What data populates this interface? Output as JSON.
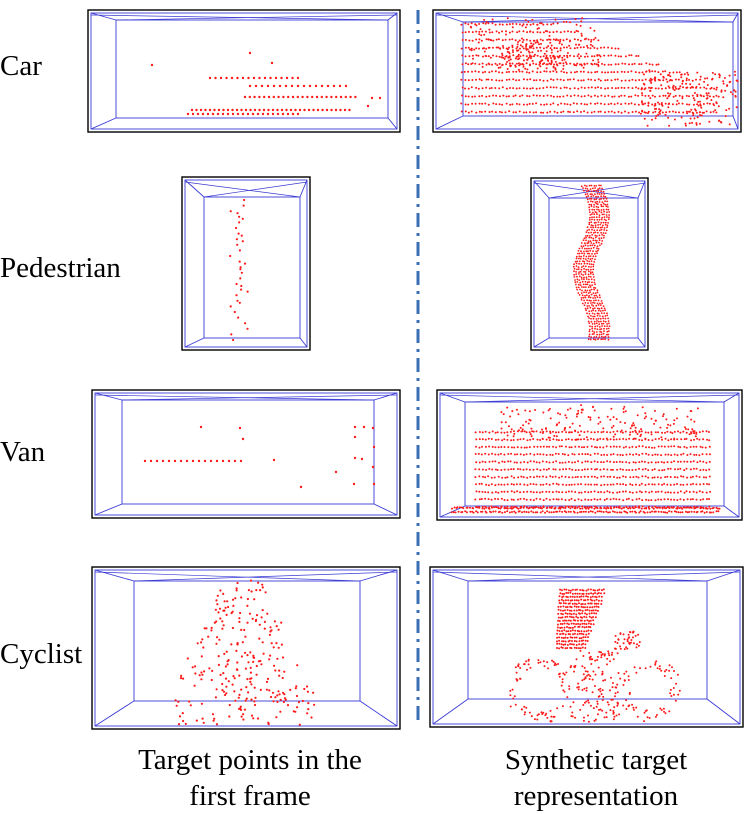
{
  "rows": [
    {
      "id": "car",
      "label": "Car"
    },
    {
      "id": "pedestrian",
      "label": "Pedestrian"
    },
    {
      "id": "van",
      "label": "Van"
    },
    {
      "id": "cyclist",
      "label": "Cyclist"
    }
  ],
  "columns": [
    {
      "id": "first-frame",
      "caption_lines": [
        "Target points in the",
        "first frame"
      ]
    },
    {
      "id": "synthetic",
      "caption_lines": [
        "Synthetic target",
        "representation"
      ]
    }
  ],
  "colors": {
    "frame": "#000000",
    "box_wire": "#3a3ad6",
    "points": "#ff1a1a",
    "divider": "#3b6fb5"
  }
}
